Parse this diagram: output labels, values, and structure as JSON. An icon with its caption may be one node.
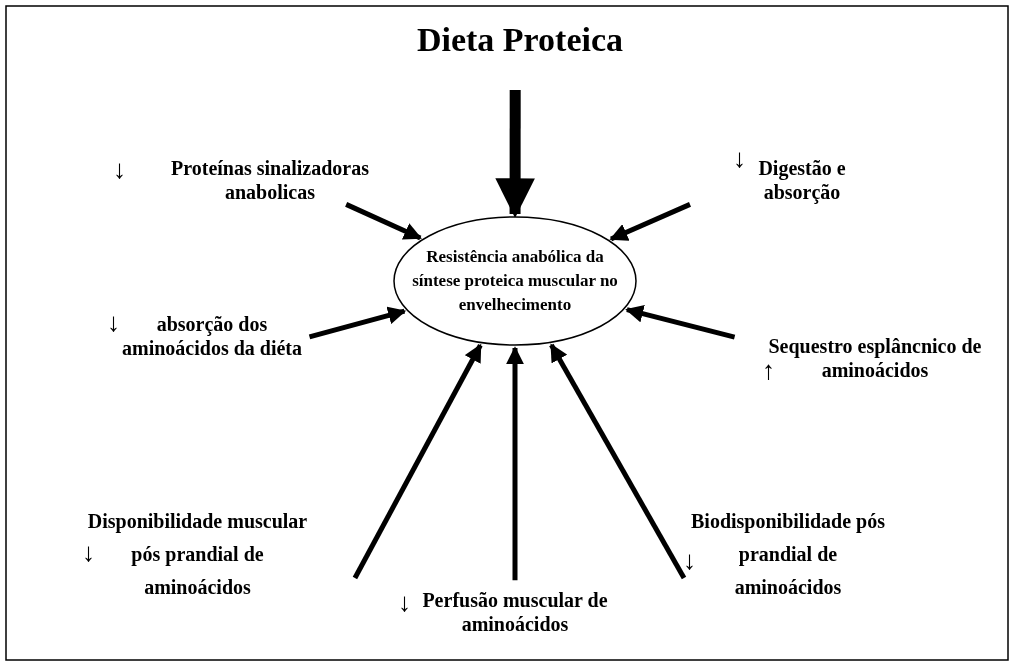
{
  "diagram": {
    "nodes": [
      {
        "text": [
          "Resistência anabólica da síntese proteica muscular no envelhecimento"
        ]
      },
      {
        "text": [
          "Dieta Proteica"
        ]
      },
      {
        "text": [
          "Proteínas sinalizadoras anabolicas"
        ],
        "beside": [
          "↓"
        ]
      },
      {
        "text": [
          "Digestão e absorção"
        ],
        "beside": [
          "↓"
        ]
      },
      {
        "text": [
          "absorção dos aminoácidos da diéta"
        ],
        "beside": [
          "↓"
        ]
      },
      {
        "text": [
          "Sequestro esplâncnico de aminoácidos"
        ],
        "beside": [
          "↑"
        ]
      },
      {
        "text": [
          "Disponibilidade muscular pós prandial de aminoácidos"
        ],
        "beside": [
          "↓"
        ]
      },
      {
        "text": [
          "Biodisponibilidade pós prandial de aminoácidos"
        ],
        "beside": [
          "↓"
        ]
      },
      {
        "text": [
          "Perfusão muscular de aminoácidos"
        ],
        "beside": [
          "↓"
        ]
      }
    ],
    "edges": [
      {
        "from": 1,
        "to": 0,
        "arrow": "to",
        "style": "thick"
      },
      {
        "from": 2,
        "to": 0,
        "arrow": "to"
      },
      {
        "from": 3,
        "to": 0,
        "arrow": "to"
      },
      {
        "from": 4,
        "to": 0,
        "arrow": "to"
      },
      {
        "from": 5,
        "to": 0,
        "arrow": "to"
      },
      {
        "from": 6,
        "to": 0,
        "arrow": "to"
      },
      {
        "from": 7,
        "to": 0,
        "arrow": "to"
      },
      {
        "from": 8,
        "to": 0,
        "arrow": "to"
      }
    ]
  }
}
